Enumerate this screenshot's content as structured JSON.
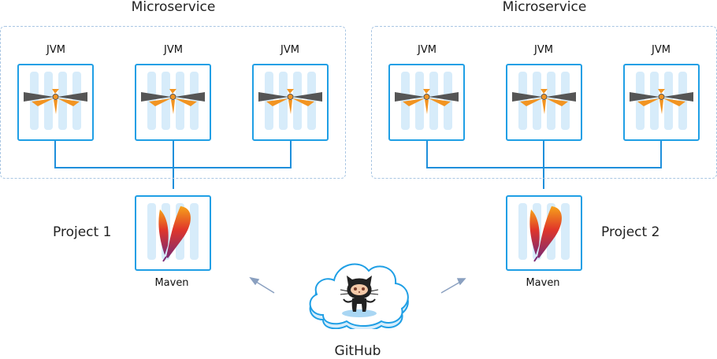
{
  "colors": {
    "node_border": "#1f9fe5",
    "stripe": "#d7ecfa",
    "connector": "#1f8fdb",
    "group_border": "#a9c6e3",
    "arrow": "#8aa0c0",
    "cloud_fill": "#d6edfb",
    "cloud_stroke": "#1f9fe5"
  },
  "groups": [
    {
      "title": "Microservice",
      "jvms": [
        {
          "label": "JVM",
          "icon": "jvm-glyph-icon"
        },
        {
          "label": "JVM",
          "icon": "jvm-glyph-icon"
        },
        {
          "label": "JVM",
          "icon": "jvm-glyph-icon"
        }
      ]
    },
    {
      "title": "Microservice",
      "jvms": [
        {
          "label": "JVM",
          "icon": "jvm-glyph-icon"
        },
        {
          "label": "JVM",
          "icon": "jvm-glyph-icon"
        },
        {
          "label": "JVM",
          "icon": "jvm-glyph-icon"
        }
      ]
    }
  ],
  "projects": [
    {
      "label": "Project 1",
      "tool": "Maven",
      "icon": "apache-feather-icon"
    },
    {
      "label": "Project 2",
      "tool": "Maven",
      "icon": "apache-feather-icon"
    }
  ],
  "source": {
    "label": "GitHub",
    "icon": "octocat-cloud-icon"
  }
}
